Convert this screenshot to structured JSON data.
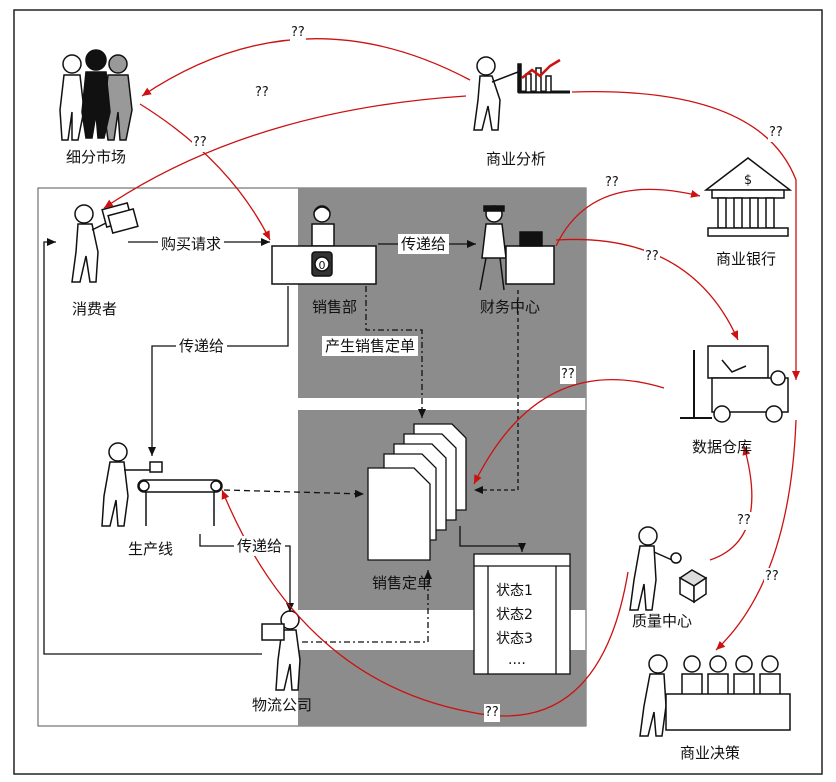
{
  "colors": {
    "red_arrow": "#cc1111",
    "gray_panel": "#8c8c8c",
    "frame": "#222222"
  },
  "nodes": {
    "segment_market": "细分市场",
    "business_analysis": "商业分析",
    "commercial_bank": "商业银行",
    "consumer": "消费者",
    "sales_dept": "销售部",
    "finance_center": "财务中心",
    "data_warehouse": "数据仓库",
    "production_line": "生产线",
    "sales_order": "销售定单",
    "quality_center": "质量中心",
    "logistics_company": "物流公司",
    "business_decision": "商业决策"
  },
  "edge_labels": {
    "purchase_request": "购买请求",
    "pass_to_finance": "传递给",
    "pass_to_production": "传递给",
    "pass_to_logistics": "传递给",
    "generate_order": "产生销售定单",
    "unknown": "??"
  },
  "order_states": [
    "状态1",
    "状态2",
    "状态3",
    "...."
  ],
  "icons": {
    "bank_symbol": "$",
    "sales_badge": "0"
  }
}
